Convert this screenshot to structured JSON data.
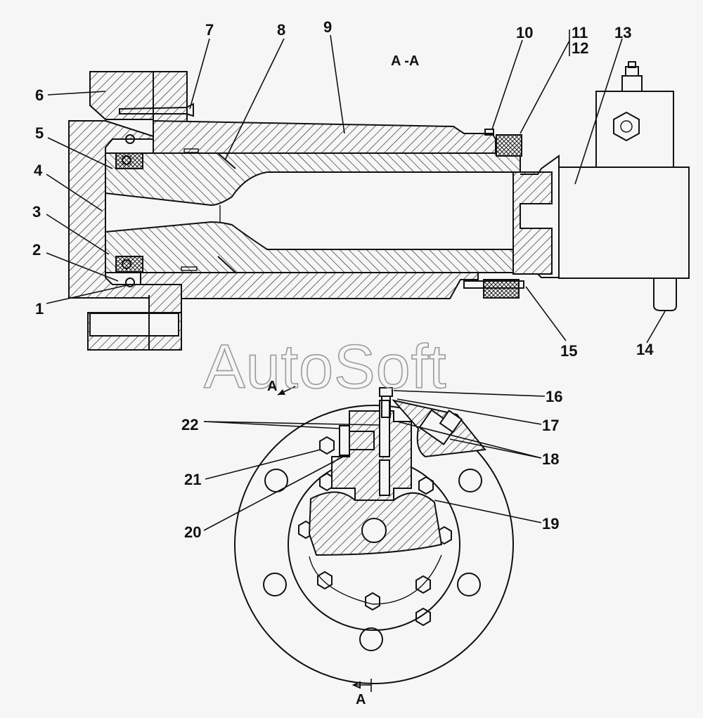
{
  "section_title": "A -A",
  "view_label_top": "A",
  "view_label_bottom": "A",
  "watermark": "AutoSoft",
  "callouts": {
    "c1": "1",
    "c2": "2",
    "c3": "3",
    "c4": "4",
    "c5": "5",
    "c6": "6",
    "c7": "7",
    "c8": "8",
    "c9": "9",
    "c10": "10",
    "c11": "11",
    "c12": "12",
    "c13": "13",
    "c14": "14",
    "c15": "15",
    "c16": "16",
    "c17": "17",
    "c18": "18",
    "c19": "19",
    "c20": "20",
    "c21": "21",
    "c22": "22"
  }
}
